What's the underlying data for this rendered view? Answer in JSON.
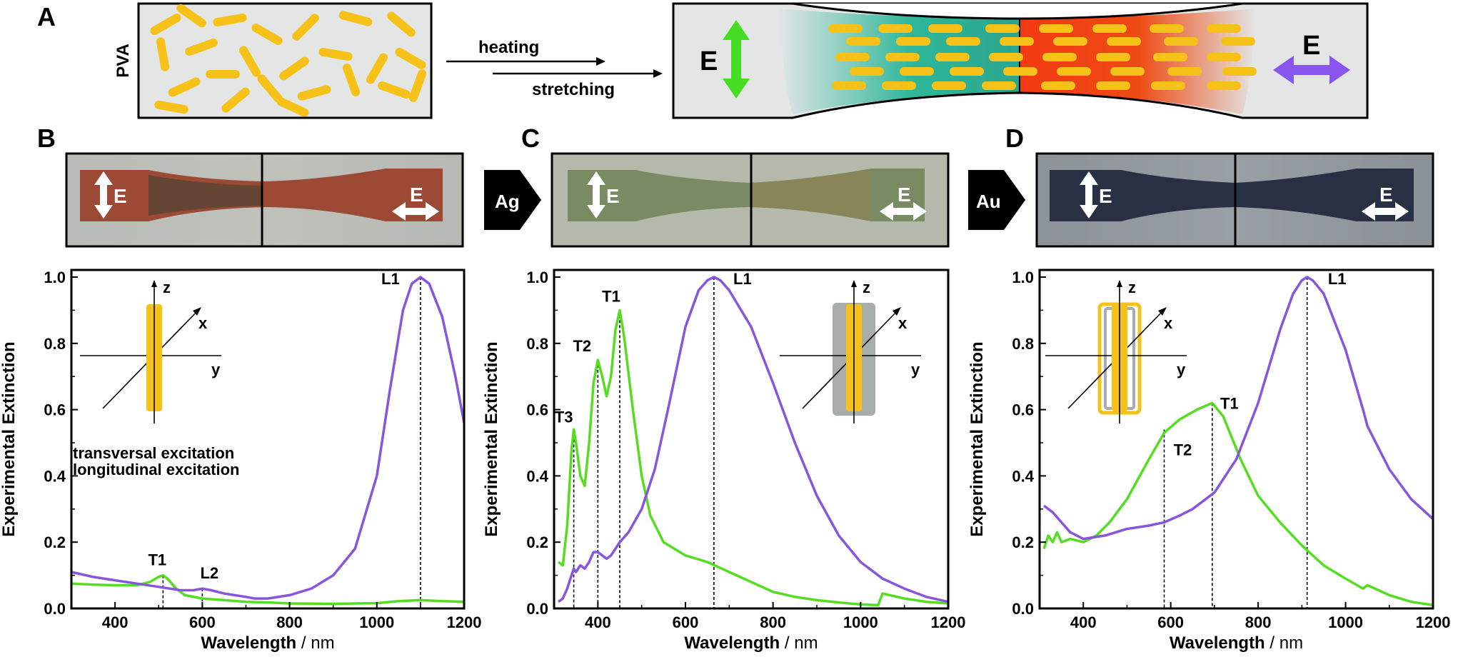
{
  "panel_labels": {
    "a": "A",
    "b": "B",
    "c": "C",
    "d": "D"
  },
  "schematic": {
    "film_label": "PVA",
    "arrow_top": "heating",
    "arrow_bottom": "stretching",
    "e_left": "E",
    "e_right": "E"
  },
  "photos": {
    "e_label": "E",
    "arrow_c": "Ag",
    "arrow_d": "Au"
  },
  "colors": {
    "transversal": "#55dd22",
    "longitudinal": "#8855dd",
    "rod": "#f6c21a",
    "film": "#e4e6e6"
  },
  "chart_data": [
    {
      "type": "line",
      "panel": "B",
      "xlabel_bold": "Wavelength",
      "xlabel_unit": " / nm",
      "ylabel": "Experimental Extinction",
      "xlim": [
        300,
        1200
      ],
      "ylim": [
        0,
        1.0
      ],
      "xticks": [
        "400",
        "600",
        "800",
        "1000",
        "1200"
      ],
      "yticks": [
        "0.0",
        "0.2",
        "0.4",
        "0.6",
        "0.8",
        "1.0"
      ],
      "legend": [
        "transversal excitation",
        "longitudinal excitation"
      ],
      "axes_inset": {
        "z": "z",
        "x": "x",
        "y": "y"
      },
      "series": [
        {
          "name": "transversal excitation",
          "color": "#55dd22",
          "x": [
            300,
            350,
            400,
            450,
            480,
            500,
            510,
            520,
            540,
            560,
            600,
            650,
            700,
            750,
            800,
            900,
            1000,
            1050,
            1100,
            1150,
            1200
          ],
          "y": [
            0.075,
            0.072,
            0.07,
            0.07,
            0.08,
            0.095,
            0.1,
            0.09,
            0.06,
            0.04,
            0.03,
            0.025,
            0.02,
            0.018,
            0.015,
            0.014,
            0.016,
            0.022,
            0.025,
            0.022,
            0.02
          ]
        },
        {
          "name": "longitudinal excitation",
          "color": "#8855dd",
          "x": [
            300,
            350,
            400,
            450,
            500,
            550,
            580,
            600,
            620,
            650,
            700,
            720,
            750,
            800,
            850,
            900,
            950,
            1000,
            1030,
            1060,
            1080,
            1100,
            1120,
            1150,
            1180,
            1200
          ],
          "y": [
            0.11,
            0.095,
            0.085,
            0.075,
            0.065,
            0.055,
            0.055,
            0.06,
            0.055,
            0.045,
            0.035,
            0.03,
            0.03,
            0.04,
            0.06,
            0.1,
            0.18,
            0.4,
            0.66,
            0.9,
            0.98,
            1.0,
            0.98,
            0.88,
            0.7,
            0.56
          ]
        }
      ],
      "annotations": [
        {
          "label": "T1",
          "x": 510,
          "y": 0.1
        },
        {
          "label": "L2",
          "x": 600,
          "y": 0.06
        },
        {
          "label": "L1",
          "x": 1100,
          "y": 1.0
        }
      ]
    },
    {
      "type": "line",
      "panel": "C",
      "xlabel_bold": "Wavelength",
      "xlabel_unit": " / nm",
      "ylabel": "Experimental Extinction",
      "xlim": [
        300,
        1200
      ],
      "ylim": [
        0,
        1.0
      ],
      "xticks": [
        "400",
        "600",
        "800",
        "1000",
        "1200"
      ],
      "yticks": [
        "0.0",
        "0.2",
        "0.4",
        "0.6",
        "0.8",
        "1.0"
      ],
      "axes_inset": {
        "z": "z",
        "x": "x",
        "y": "y"
      },
      "series": [
        {
          "name": "transversal",
          "color": "#55dd22",
          "x": [
            310,
            320,
            330,
            340,
            345,
            350,
            360,
            370,
            380,
            390,
            400,
            410,
            420,
            430,
            440,
            450,
            460,
            480,
            500,
            520,
            550,
            600,
            650,
            700,
            750,
            800,
            850,
            900,
            950,
            1000,
            1040,
            1050,
            1100,
            1150,
            1200
          ],
          "y": [
            0.14,
            0.13,
            0.25,
            0.48,
            0.54,
            0.5,
            0.4,
            0.37,
            0.5,
            0.68,
            0.75,
            0.7,
            0.64,
            0.7,
            0.84,
            0.9,
            0.82,
            0.6,
            0.4,
            0.28,
            0.2,
            0.16,
            0.14,
            0.11,
            0.08,
            0.05,
            0.035,
            0.025,
            0.018,
            0.012,
            0.01,
            0.045,
            0.03,
            0.02,
            0.015
          ]
        },
        {
          "name": "longitudinal",
          "color": "#8855dd",
          "x": [
            310,
            320,
            330,
            340,
            345,
            350,
            360,
            370,
            380,
            390,
            400,
            410,
            420,
            430,
            440,
            450,
            470,
            500,
            530,
            560,
            600,
            630,
            650,
            665,
            680,
            700,
            750,
            800,
            850,
            900,
            950,
            1000,
            1050,
            1100,
            1150,
            1200
          ],
          "y": [
            0.02,
            0.03,
            0.06,
            0.1,
            0.12,
            0.11,
            0.13,
            0.12,
            0.14,
            0.17,
            0.17,
            0.16,
            0.15,
            0.16,
            0.18,
            0.2,
            0.23,
            0.3,
            0.42,
            0.6,
            0.85,
            0.96,
            0.99,
            1.0,
            0.99,
            0.96,
            0.85,
            0.68,
            0.5,
            0.34,
            0.22,
            0.14,
            0.09,
            0.06,
            0.035,
            0.02
          ]
        }
      ],
      "annotations": [
        {
          "label": "T3",
          "x": 345,
          "y": 0.54
        },
        {
          "label": "T2",
          "x": 400,
          "y": 0.75
        },
        {
          "label": "T1",
          "x": 450,
          "y": 0.9
        },
        {
          "label": "L1",
          "x": 665,
          "y": 1.0
        }
      ]
    },
    {
      "type": "line",
      "panel": "D",
      "xlabel_bold": "Wavelength",
      "xlabel_unit": " / nm",
      "ylabel": "Experimental Extinction",
      "xlim": [
        300,
        1200
      ],
      "ylim": [
        0,
        1.0
      ],
      "xticks": [
        "400",
        "600",
        "800",
        "1000",
        "1200"
      ],
      "yticks": [
        "0.0",
        "0.2",
        "0.4",
        "0.6",
        "0.8",
        "1.0"
      ],
      "axes_inset": {
        "z": "z",
        "x": "x",
        "y": "y"
      },
      "series": [
        {
          "name": "transversal",
          "color": "#55dd22",
          "x": [
            310,
            320,
            330,
            340,
            350,
            370,
            400,
            430,
            460,
            500,
            550,
            585,
            620,
            660,
            695,
            720,
            760,
            800,
            850,
            900,
            950,
            1000,
            1040,
            1050,
            1100,
            1150,
            1200
          ],
          "y": [
            0.18,
            0.22,
            0.2,
            0.23,
            0.2,
            0.21,
            0.2,
            0.22,
            0.26,
            0.33,
            0.45,
            0.53,
            0.57,
            0.6,
            0.62,
            0.58,
            0.45,
            0.34,
            0.26,
            0.19,
            0.13,
            0.09,
            0.06,
            0.07,
            0.04,
            0.02,
            0.01
          ]
        },
        {
          "name": "longitudinal",
          "color": "#8855dd",
          "x": [
            310,
            330,
            350,
            370,
            400,
            450,
            500,
            550,
            585,
            620,
            650,
            700,
            750,
            800,
            850,
            880,
            900,
            912,
            925,
            950,
            1000,
            1040,
            1050,
            1100,
            1150,
            1200
          ],
          "y": [
            0.31,
            0.29,
            0.26,
            0.23,
            0.21,
            0.22,
            0.24,
            0.25,
            0.26,
            0.28,
            0.3,
            0.35,
            0.45,
            0.62,
            0.84,
            0.95,
            0.99,
            1.0,
            0.99,
            0.95,
            0.78,
            0.6,
            0.55,
            0.42,
            0.33,
            0.27
          ]
        }
      ],
      "annotations": [
        {
          "label": "T2",
          "x": 585,
          "y": 0.54
        },
        {
          "label": "T1",
          "x": 695,
          "y": 0.62
        },
        {
          "label": "L1",
          "x": 912,
          "y": 1.0
        }
      ]
    }
  ]
}
